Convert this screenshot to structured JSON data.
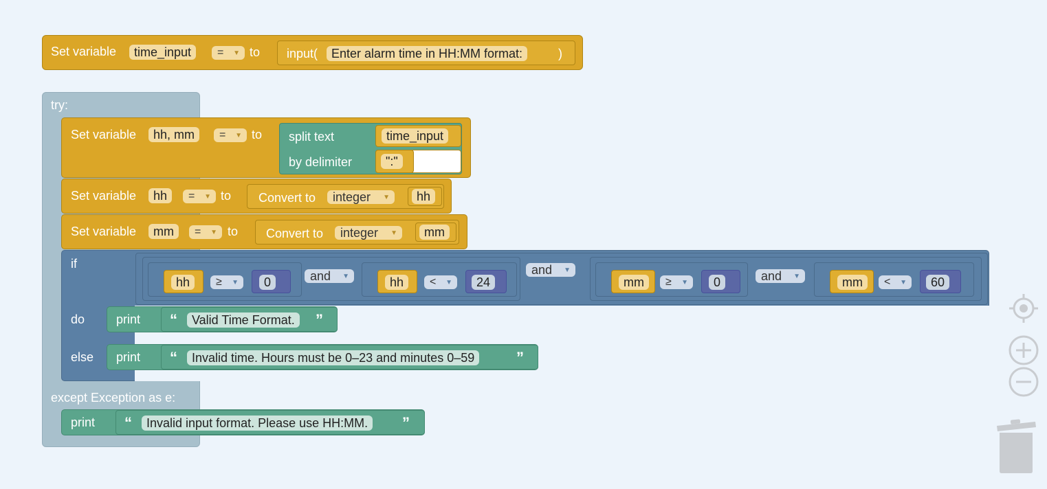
{
  "colors": {
    "variable_gold": "#dba627",
    "text_teal": "#5ba58c",
    "logic_blue": "#5b80a5",
    "math_indigo": "#5b67a5",
    "try_gray": "#a8c0cc",
    "background": "#edf4fb"
  },
  "block1": {
    "set": "Set variable",
    "var": "time_input",
    "op": "=",
    "to": "to",
    "input_label": "input(",
    "prompt": "Enter alarm time in HH:MM format: ",
    "close": ")"
  },
  "try_block": {
    "try_label": "try:",
    "b_split": {
      "set": "Set variable",
      "var": "hh, mm",
      "op": "=",
      "to": "to",
      "split": "split text",
      "by": "by delimiter",
      "text_var": "time_input",
      "delim": "\":\""
    },
    "b_hh": {
      "set": "Set variable",
      "var": "hh",
      "op": "=",
      "to": "to",
      "convert": "Convert to",
      "type": "integer",
      "arg": "hh"
    },
    "b_mm": {
      "set": "Set variable",
      "var": "mm",
      "op": "=",
      "to": "to",
      "convert": "Convert to",
      "type": "integer",
      "arg": "mm"
    },
    "if_block": {
      "if": "if",
      "do": "do",
      "else": "else",
      "and": "and",
      "c1": {
        "var": "hh",
        "op": "≥",
        "num": "0"
      },
      "c2": {
        "var": "hh",
        "op": "<",
        "num": "24"
      },
      "c3": {
        "var": "mm",
        "op": "≥",
        "num": "0"
      },
      "c4": {
        "var": "mm",
        "op": "<",
        "num": "60"
      },
      "do_print": {
        "print": "print",
        "open_q": "“",
        "text": "Valid Time Format.",
        "close_q": "”"
      },
      "else_print": {
        "print": "print",
        "open_q": "“",
        "text": "Invalid time. Hours must be 0–23 and minutes 0–59",
        "close_q": "”"
      }
    },
    "except_label": "except Exception as e:",
    "except_print": {
      "print": "print",
      "open_q": "“",
      "text": "Invalid input format. Please use HH:MM.",
      "close_q": "”"
    }
  },
  "controls": {
    "recenter": "crosshair-icon",
    "zoom_in": "zoom-in-icon",
    "zoom_out": "zoom-out-icon",
    "trash": "trash-icon"
  }
}
